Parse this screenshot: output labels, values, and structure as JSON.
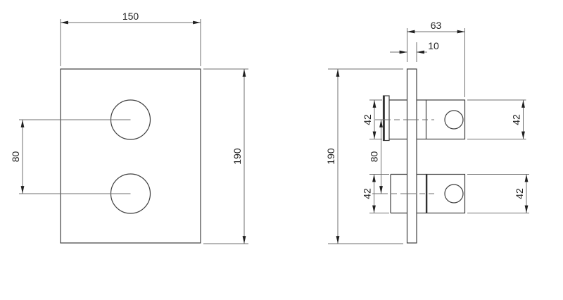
{
  "drawing": {
    "background_color": "#ffffff",
    "object_line_color": "#3f3f3f",
    "dimension_line_color": "#6f6f6f",
    "text_color": "#1f1f1f",
    "front_view": {
      "width": "150",
      "height": "190",
      "handle_spacing": "80"
    },
    "side_view": {
      "depth": "63",
      "plate_thickness": "10",
      "height": "190",
      "handle_spacing": "80",
      "upper_handle_size_left": "42",
      "upper_handle_size_right": "42",
      "lower_handle_size_left": "42",
      "lower_handle_size_right": "42"
    }
  }
}
